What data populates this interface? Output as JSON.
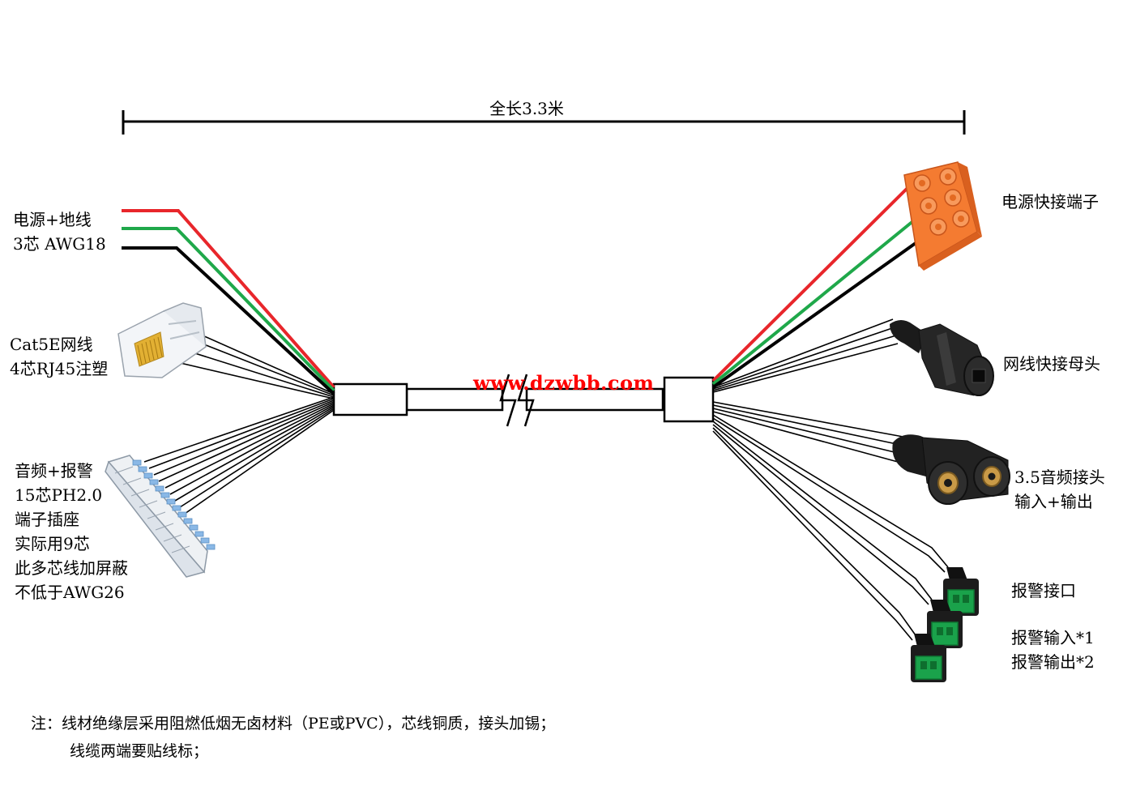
{
  "dimension": {
    "label": "全长3.3米"
  },
  "watermark": "www.dzwbb.com",
  "left_labels": {
    "power": [
      "电源+地线",
      "3芯 AWG18"
    ],
    "network": [
      "Cat5E网线",
      "4芯RJ45注塑"
    ],
    "audio_alarm": [
      "音频+报警",
      "15芯PH2.0",
      "端子插座",
      "实际用9芯",
      "此多芯线加屏蔽",
      "不低于AWG26"
    ]
  },
  "right_labels": {
    "power_terminal": [
      "电源快接端子"
    ],
    "network_jack": [
      "网线快接母头"
    ],
    "audio_jack": [
      "3.5音频接头",
      "输入+输出"
    ],
    "alarm_port": [
      "报警接口"
    ],
    "alarm_io": [
      "报警输入*1",
      "报警输出*2"
    ]
  },
  "note": [
    "注：线材绝缘层采用阻燃低烟无卤材料（PE或PVC），芯线铜质，接头加锡；",
    "线缆两端要贴线标；"
  ],
  "colors": {
    "wire_red": "#e8262b",
    "wire_green": "#1fa84a",
    "wire_black": "#000000",
    "orange_terminal": "#f47b31",
    "green_terminal": "#1aa24b",
    "blue_header": "#8ab8e6",
    "watermark": "#ff0000"
  },
  "icons": [
    "rj45-plug-icon",
    "ph20-header-icon",
    "orange-terminal-icon",
    "network-jack-icon",
    "audio-jack-icon",
    "alarm-terminal-icon"
  ]
}
